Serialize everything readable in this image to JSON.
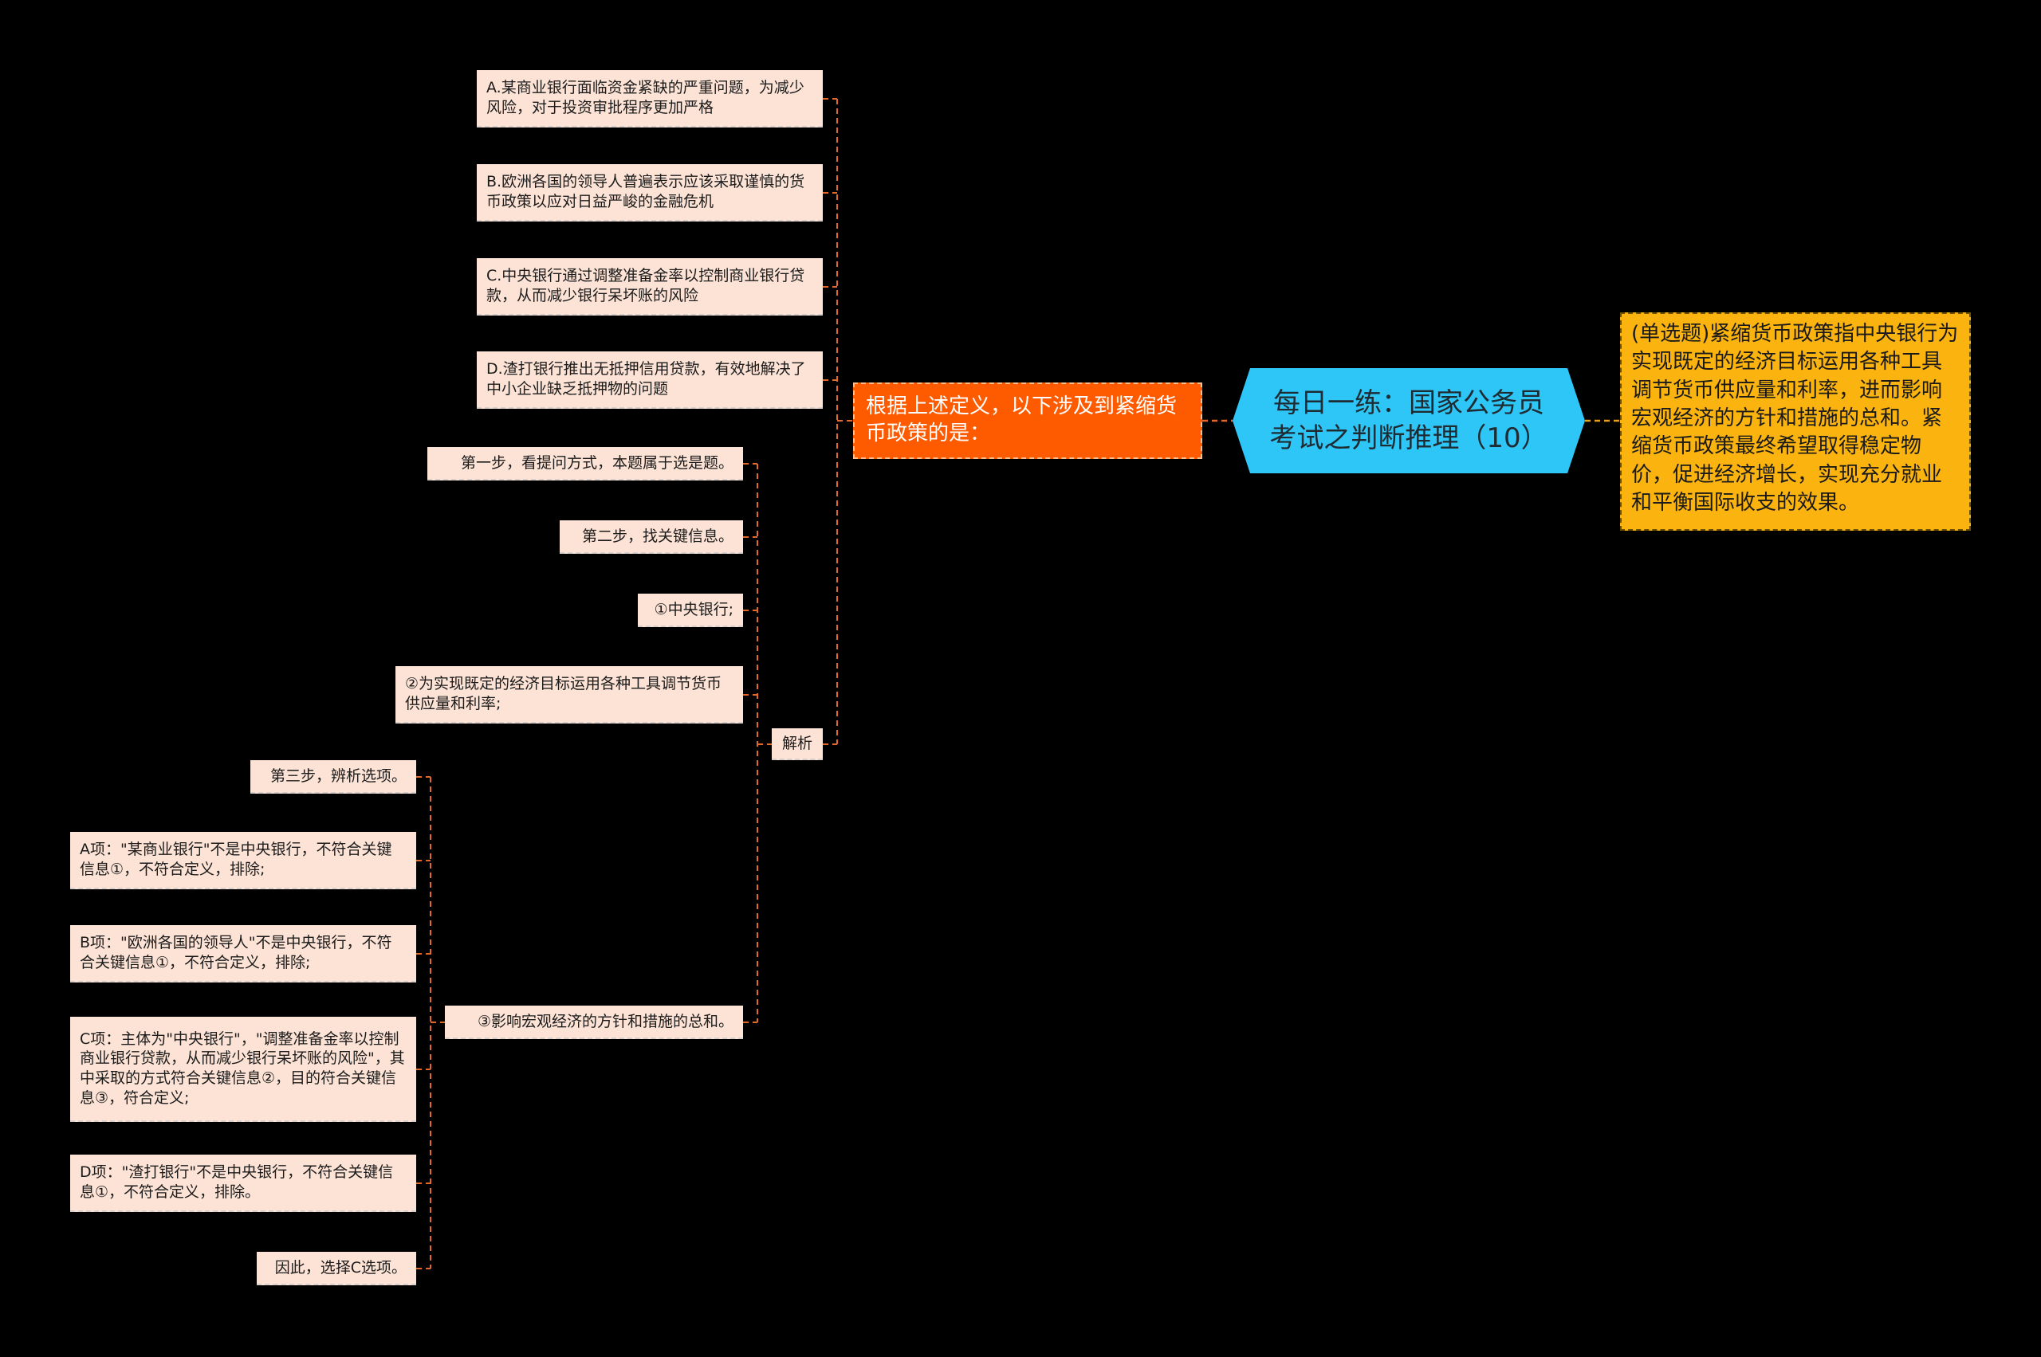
{
  "center": {
    "title": "每日一练：国家公务员考试之判断推理（10）"
  },
  "definition": {
    "text": "(单选题)紧缩货币政策指中央银行为实现既定的经济目标运用各种工具调节货币供应量和利率，进而影响宏观经济的方针和措施的总和。紧缩货币政策最终希望取得稳定物价，促进经济增长，实现充分就业和平衡国际收支的效果。"
  },
  "question": {
    "text": "根据上述定义，以下涉及到紧缩货币政策的是："
  },
  "options": [
    "A.某商业银行面临资金紧缺的严重问题，为减少风险，对于投资审批程序更加严格",
    "B.欧洲各国的领导人普遍表示应该采取谨慎的货币政策以应对日益严峻的金融危机",
    "C.中央银行通过调整准备金率以控制商业银行贷款，从而减少银行呆坏账的风险",
    "D.渣打银行推出无抵押信用贷款，有效地解决了中小企业缺乏抵押物的问题"
  ],
  "analysis": {
    "label": "解析",
    "steps": [
      "第一步，看提问方式，本题属于选是题。",
      "第二步，找关键信息。",
      "①中央银行;",
      "②为实现既定的经济目标运用各种工具调节货币供应量和利率;",
      "③影响宏观经济的方针和措施的总和。"
    ],
    "details": [
      "第三步，辨析选项。",
      "A项：\"某商业银行\"不是中央银行，不符合关键信息①，不符合定义，排除;",
      "B项：\"欧洲各国的领导人\"不是中央银行，不符合关键信息①，不符合定义，排除;",
      "C项：主体为\"中央银行\"，\"调整准备金率以控制商业银行贷款，从而减少银行呆坏账的风险\"，其中采取的方式符合关键信息②，目的符合关键信息③，符合定义;",
      "D项：\"渣打银行\"不是中央银行，不符合关键信息①，不符合定义，排除。",
      "因此，选择C选项。"
    ]
  },
  "colors": {
    "center": "#2ec6f6",
    "question": "#fe5b00",
    "definition": "#fbb30f",
    "leaf": "#fde3d6",
    "line_orange": "#e06a2b",
    "line_yellow": "#e2a21b"
  }
}
